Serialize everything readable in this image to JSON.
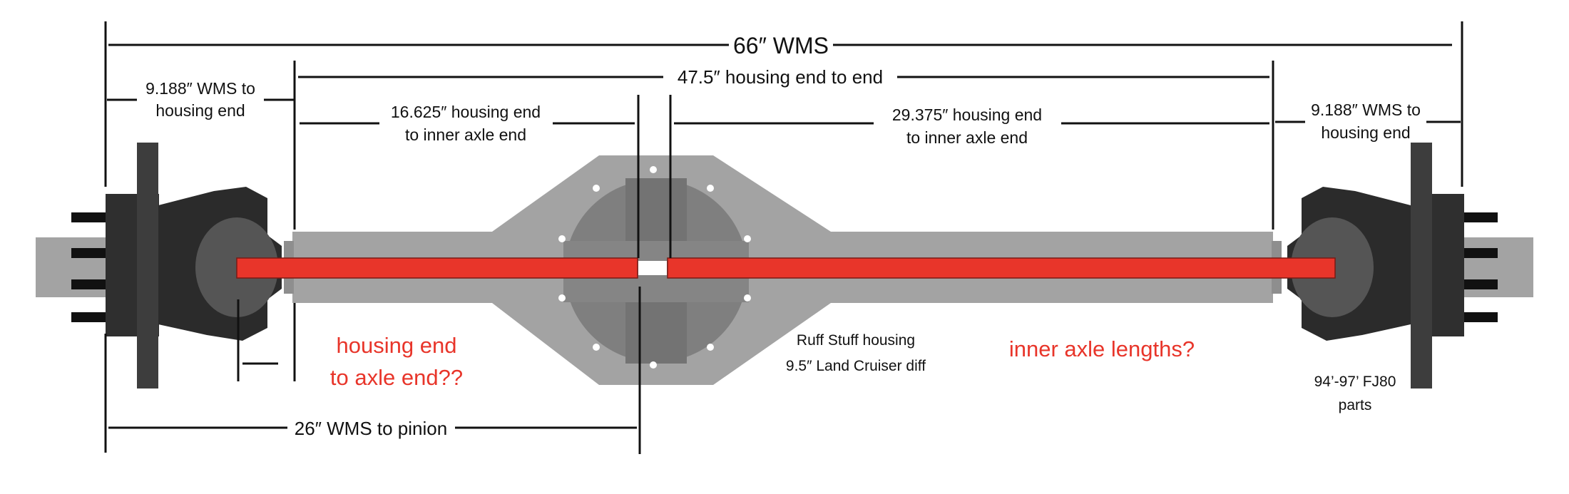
{
  "colors": {
    "housing_gray": "#a3a3a3",
    "center_dark_gray": "#7f7f7f",
    "hub_black": "#353535",
    "knuckle_dark": "#2b2b2b",
    "knuckle_mid": "#555555",
    "axle_red": "#e8352a",
    "dimension_line": "#111111",
    "annotation_red": "#e8352a"
  },
  "labels": {
    "overall_wms": "66″ WMS",
    "housing_end_to_end": "47.5″ housing end to end",
    "left_wms_line1": "9.188″ WMS to",
    "left_wms_line2": "housing end",
    "right_wms_line1": "9.188″ WMS to",
    "right_wms_line2": "housing end",
    "left_inner_line1": "16.625″ housing end",
    "left_inner_line2": "to inner axle end",
    "right_inner_line1": "29.375″ housing end",
    "right_inner_line2": "to inner axle end",
    "question_axle_end_line1": "housing end",
    "question_axle_end_line2": "to axle end??",
    "wms_to_pinion": "26″ WMS to pinion",
    "housing_caption_line1": "Ruff Stuff housing",
    "housing_caption_line2": "9.5″ Land Cruiser diff",
    "question_inner_lengths": "inner axle lengths?",
    "parts_line1": "94’-97’ FJ80",
    "parts_line2": "parts"
  },
  "icons": {
    "left_hub": "wheel-hub-with-studs",
    "right_hub": "wheel-hub-with-studs",
    "left_knuckle": "steering-knuckle",
    "right_knuckle": "steering-knuckle",
    "center_section": "differential-housing"
  }
}
